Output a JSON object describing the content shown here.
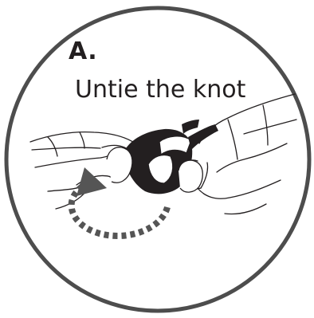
{
  "instruction": {
    "step_letter": "A.",
    "caption": "Untie the knot"
  },
  "style": {
    "ink_color": "#231f20",
    "circle_color": "#4d4d4d",
    "arrow_color": "#555555",
    "background": "#ffffff"
  },
  "icons": {
    "main": "hands-untying-knot-illustration",
    "direction": "circular-arrow-icon"
  }
}
